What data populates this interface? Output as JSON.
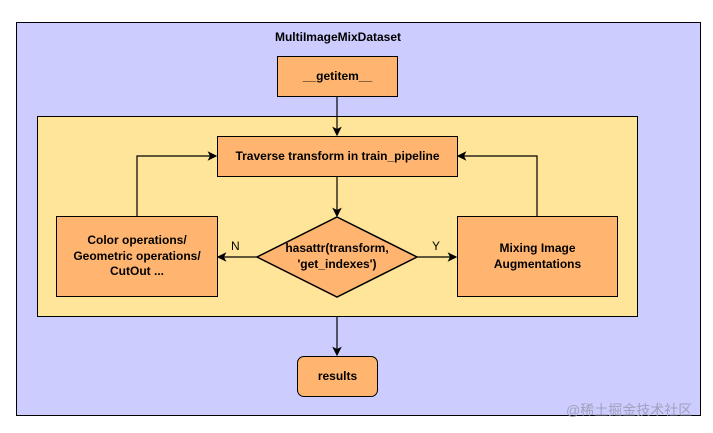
{
  "title": "MultiImageMixDataset",
  "nodes": {
    "getitem": "__getitem__",
    "traverse": "Traverse transform in train_pipeline",
    "decision_line1": "hasattr(transform,",
    "decision_line2": "'get_indexes')",
    "left_line1": "Color operations/",
    "left_line2": "Geometric operations/",
    "left_line3": "CutOut ...",
    "right_line1": "Mixing Image",
    "right_line2": "Augmentations",
    "results": "results"
  },
  "edge_labels": {
    "no": "N",
    "yes": "Y"
  },
  "watermark": "@稀土掘金技术社区",
  "colors": {
    "outer": "#ccccff",
    "inner": "#ffe599",
    "node": "#ffb570"
  }
}
